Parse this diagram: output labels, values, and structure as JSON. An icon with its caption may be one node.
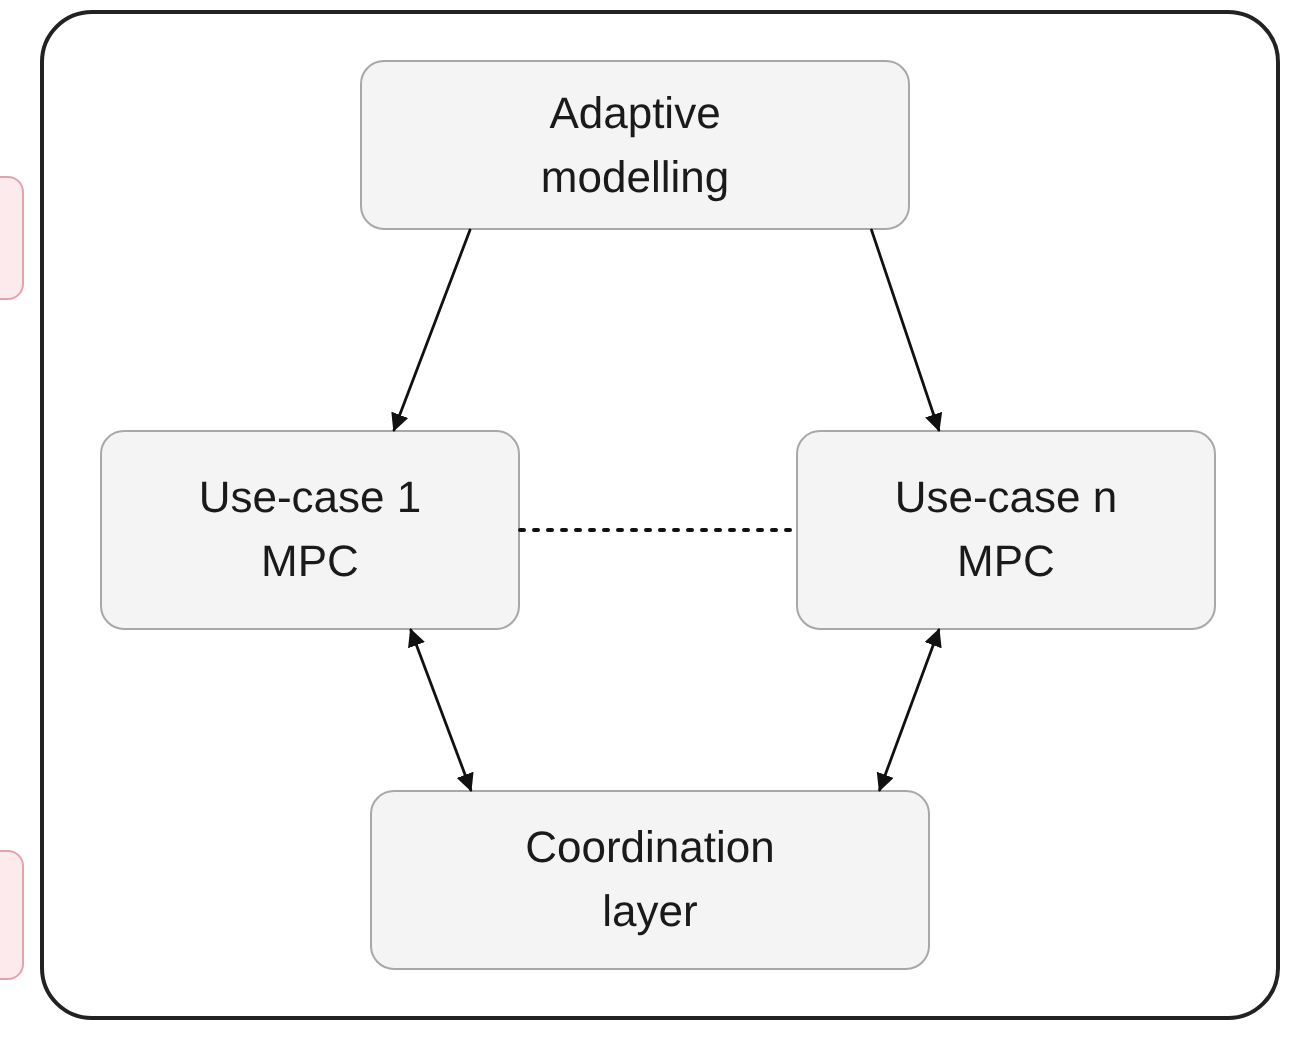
{
  "diagram": {
    "nodes": [
      {
        "text": [],
        "shape": "box"
      },
      {
        "text": [
          "Adaptive modelling"
        ],
        "in": 0
      },
      {
        "text": [
          "Use-case 1 MPC"
        ],
        "in": 0
      },
      {
        "text": [
          "Use-case n MPC"
        ],
        "in": 0
      },
      {
        "text": [
          "Coordination layer"
        ],
        "in": 0
      },
      {
        "text": [],
        "shape": "box"
      },
      {
        "text": [],
        "shape": "box"
      }
    ],
    "edges": [
      {
        "from": 1,
        "to": 2,
        "arrow": "to"
      },
      {
        "from": 1,
        "to": 3,
        "arrow": "to"
      },
      {
        "from": 2,
        "to": 4,
        "arrow": "both"
      },
      {
        "from": 3,
        "to": 4,
        "arrow": "both"
      },
      {
        "from": 2,
        "to": 3,
        "arrow": "none",
        "style": "dashed"
      }
    ]
  }
}
